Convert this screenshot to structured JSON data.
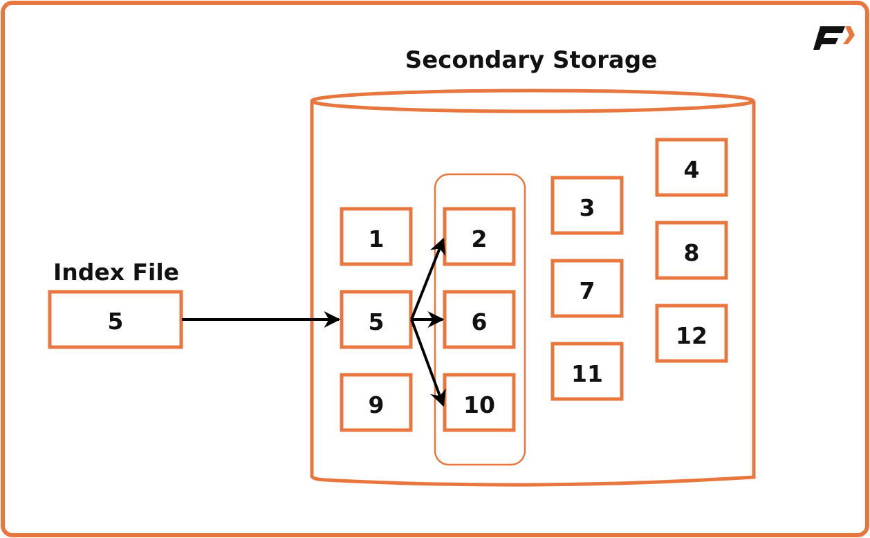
{
  "title": "Secondary Storage",
  "index_file": {
    "label": "Index File",
    "value": "5"
  },
  "colors": {
    "accent": "#E8773F",
    "text": "#111111",
    "arrow": "#000000",
    "background": "#FFFFFF"
  },
  "logo": {
    "letter": "F",
    "icon": "brand-f-arrow-icon"
  },
  "storage_blocks": [
    {
      "id": "1",
      "value": "1"
    },
    {
      "id": "2",
      "value": "2"
    },
    {
      "id": "3",
      "value": "3"
    },
    {
      "id": "4",
      "value": "4"
    },
    {
      "id": "5",
      "value": "5"
    },
    {
      "id": "6",
      "value": "6"
    },
    {
      "id": "7",
      "value": "7"
    },
    {
      "id": "8",
      "value": "8"
    },
    {
      "id": "9",
      "value": "9"
    },
    {
      "id": "10",
      "value": "10"
    },
    {
      "id": "11",
      "value": "11"
    },
    {
      "id": "12",
      "value": "12"
    }
  ],
  "grouped_blocks": [
    "2",
    "6",
    "10"
  ],
  "pointers": [
    {
      "from": "index",
      "to": "5"
    },
    {
      "from": "5",
      "to": "2"
    },
    {
      "from": "5",
      "to": "6"
    },
    {
      "from": "5",
      "to": "10"
    }
  ]
}
